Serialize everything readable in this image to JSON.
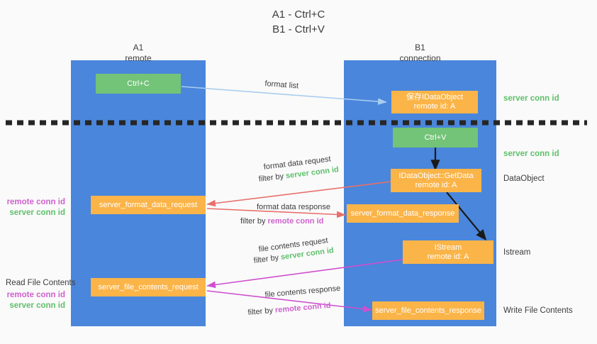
{
  "title": "A1 - Ctrl+C\nB1 - Ctrl+V",
  "lanes": {
    "left": {
      "header": "A1\nremote"
    },
    "right": {
      "header": "B1\nconnection"
    }
  },
  "boxes": {
    "ctrl_c": "Ctrl+C",
    "ctrl_v": "Ctrl+V",
    "save_idataobject": "保存IDataObject\nremote id: A",
    "idataobject_getdata": "IDataObject::GetData\nremote id: A",
    "istream": "IStream\nremote id: A",
    "server_format_data_request": "server_format_data_request",
    "server_format_data_response": "server_format_data_response",
    "server_file_contents_request": "server_file_contents_request",
    "server_file_contents_response": "server_file_contents_response"
  },
  "right_labels": {
    "server_conn_id_top": "server conn id",
    "server_conn_id_second": "server conn id",
    "dataobject": "DataObject",
    "istream": "Istream",
    "write_file_contents": "Write File Contents"
  },
  "left_labels": {
    "read_file_contents": "Read File Contents",
    "remote_conn_id": "remote conn id",
    "server_conn_id": "server conn id"
  },
  "captions": {
    "format_list": "format list",
    "format_data_request": "format data request",
    "filter_by_server_1_prefix": "filter by ",
    "filter_by_server_1_value": "server conn id",
    "format_data_response": "format data response",
    "filter_by_remote_1_prefix": "filter by ",
    "filter_by_remote_1_value": "remote conn id",
    "file_contents_request": "file contents request",
    "filter_by_server_2_prefix": "filter by ",
    "filter_by_server_2_value": "server conn id",
    "file_contents_response": "file contents response",
    "filter_by_remote_2_prefix": "filter by ",
    "filter_by_remote_2_value": "remote conn id"
  },
  "colors": {
    "lane": "#4a86db",
    "green_box": "#73c378",
    "orange_box": "#fbb448",
    "green_text": "#5fbf6a",
    "magenta_text": "#cf62cf",
    "light_blue_arrow": "#a8cdef",
    "red_arrow": "#e8706a",
    "magenta_arrow": "#cf4fcf",
    "black_arrow": "#1a1a1a",
    "divider": "#262626",
    "background": "#fafafa"
  }
}
